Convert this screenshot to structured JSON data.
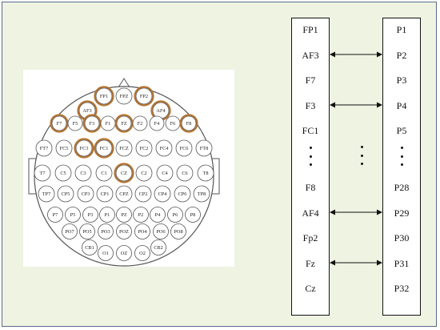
{
  "colors": {
    "panel_bg": "#eef3e2",
    "highlight_ring": "#b5732f",
    "electrode_stroke": "#555555",
    "arrow": "#111111"
  },
  "headmap": {
    "nose": "nose-icon",
    "ears": "ear-icon",
    "rows": [
      [
        {
          "label": "FP1",
          "hl": true
        },
        {
          "label": "FPZ",
          "hl": false
        },
        {
          "label": "FP2",
          "hl": true
        }
      ],
      [
        {
          "label": "AF3",
          "hl": true
        },
        {
          "label": "AF4",
          "hl": true
        }
      ],
      [
        {
          "label": "F7",
          "hl": true
        },
        {
          "label": "F5",
          "hl": false
        },
        {
          "label": "F3",
          "hl": true
        },
        {
          "label": "F1",
          "hl": false
        },
        {
          "label": "FZ",
          "hl": true
        },
        {
          "label": "F2",
          "hl": false
        },
        {
          "label": "F4",
          "hl": false
        },
        {
          "label": "F6",
          "hl": false
        },
        {
          "label": "F8",
          "hl": true
        }
      ],
      [
        {
          "label": "FT7",
          "hl": false
        },
        {
          "label": "FC5",
          "hl": false
        },
        {
          "label": "FC3",
          "hl": true
        },
        {
          "label": "FC1",
          "hl": true
        },
        {
          "label": "FCZ",
          "hl": false
        },
        {
          "label": "FC2",
          "hl": false
        },
        {
          "label": "FC4",
          "hl": false
        },
        {
          "label": "FC6",
          "hl": false
        },
        {
          "label": "FT8",
          "hl": false
        }
      ],
      [
        {
          "label": "T7",
          "hl": false
        },
        {
          "label": "C5",
          "hl": false
        },
        {
          "label": "C3",
          "hl": false
        },
        {
          "label": "C1",
          "hl": false
        },
        {
          "label": "CZ",
          "hl": true
        },
        {
          "label": "C2",
          "hl": false
        },
        {
          "label": "C4",
          "hl": false
        },
        {
          "label": "C6",
          "hl": false
        },
        {
          "label": "T8",
          "hl": false
        }
      ],
      [
        {
          "label": "TP7",
          "hl": false
        },
        {
          "label": "CP5",
          "hl": false
        },
        {
          "label": "CP3",
          "hl": false
        },
        {
          "label": "CP1",
          "hl": false
        },
        {
          "label": "CPZ",
          "hl": false
        },
        {
          "label": "CP2",
          "hl": false
        },
        {
          "label": "CP4",
          "hl": false
        },
        {
          "label": "CP6",
          "hl": false
        },
        {
          "label": "TP8",
          "hl": false
        }
      ],
      [
        {
          "label": "P7",
          "hl": false
        },
        {
          "label": "P5",
          "hl": false
        },
        {
          "label": "P3",
          "hl": false
        },
        {
          "label": "P1",
          "hl": false
        },
        {
          "label": "PZ",
          "hl": false
        },
        {
          "label": "P2",
          "hl": false
        },
        {
          "label": "P4",
          "hl": false
        },
        {
          "label": "P6",
          "hl": false
        },
        {
          "label": "P8",
          "hl": false
        }
      ],
      [
        {
          "label": "PO7",
          "hl": false
        },
        {
          "label": "PO5",
          "hl": false
        },
        {
          "label": "PO3",
          "hl": false
        },
        {
          "label": "POZ",
          "hl": false
        },
        {
          "label": "PO4",
          "hl": false
        },
        {
          "label": "PO6",
          "hl": false
        },
        {
          "label": "PO8",
          "hl": false
        }
      ],
      [
        {
          "label": "CB1",
          "hl": false
        },
        {
          "label": "CB2",
          "hl": false
        }
      ],
      [
        {
          "label": "O1",
          "hl": false
        },
        {
          "label": "OZ",
          "hl": false
        },
        {
          "label": "O2",
          "hl": false
        }
      ]
    ]
  },
  "mapping": {
    "left_labels": [
      "FP1",
      "AF3",
      "F7",
      "F3",
      "FC1",
      "",
      "F8",
      "AF4",
      "Fp2",
      "Fz",
      "Cz"
    ],
    "right_labels": [
      "P1",
      "P2",
      "P3",
      "P4",
      "P5",
      "",
      "P28",
      "P29",
      "P30",
      "P31",
      "P32"
    ],
    "ellipsis_index": 5,
    "arrows_at_rows": [
      1,
      3,
      7,
      9
    ]
  }
}
